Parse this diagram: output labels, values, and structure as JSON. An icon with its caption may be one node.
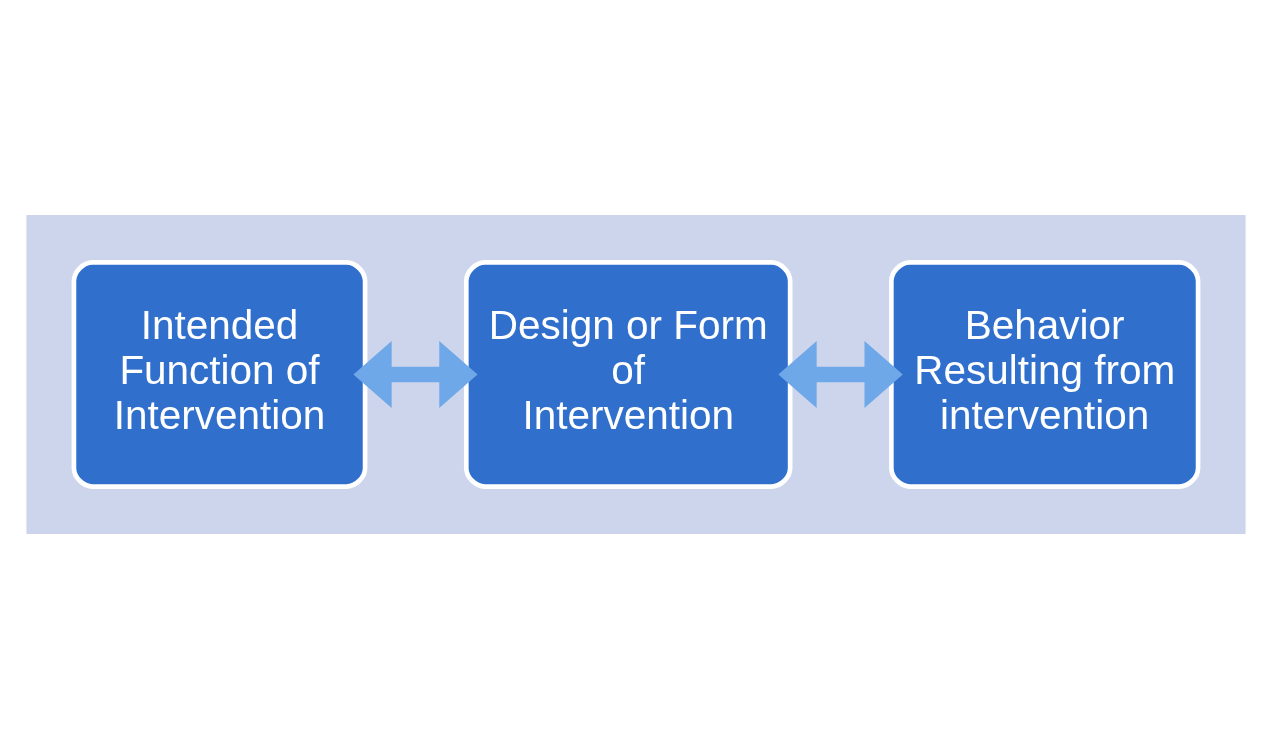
{
  "diagram": {
    "nodes": [
      {
        "text": [],
        "shape": "arrow"
      },
      {
        "text": [
          "Intended Function of Intervention"
        ],
        "in": 0
      },
      {
        "text": [
          "Design or Form of Intervention"
        ],
        "in": 0
      },
      {
        "text": [
          "Behavior Resulting from intervention"
        ],
        "in": 0
      }
    ],
    "edges": [
      {
        "from": 1,
        "to": 2,
        "arrow": "both"
      },
      {
        "from": 2,
        "to": 3,
        "arrow": "both"
      }
    ]
  }
}
